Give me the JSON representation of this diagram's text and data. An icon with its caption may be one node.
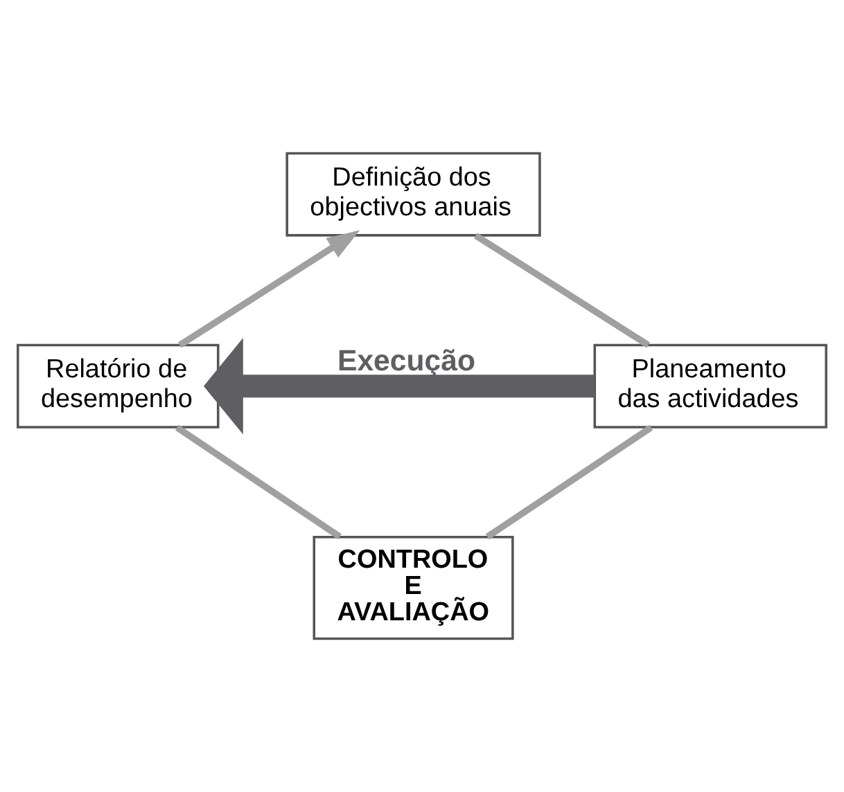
{
  "diagram": {
    "nodes": [
      {
        "text": [
          "Definição dos objectivos anuais"
        ]
      },
      {
        "text": [
          "Relatório de desempenho"
        ]
      },
      {
        "text": [
          "Planeamento das actividades"
        ]
      },
      {
        "text": [
          "CONTROLO E AVALIAÇÃO"
        ]
      }
    ],
    "edges": [
      {
        "from": 0,
        "to": 2,
        "arrow": "none"
      },
      {
        "from": 2,
        "to": 3,
        "arrow": "none"
      },
      {
        "from": 3,
        "to": 1,
        "arrow": "none"
      },
      {
        "from": 1,
        "to": 0,
        "arrow": "to"
      },
      {
        "from": 2,
        "to": 1,
        "arrow": "to",
        "label": "Execução",
        "style": "thick",
        "color": "#5f5f63"
      }
    ]
  }
}
